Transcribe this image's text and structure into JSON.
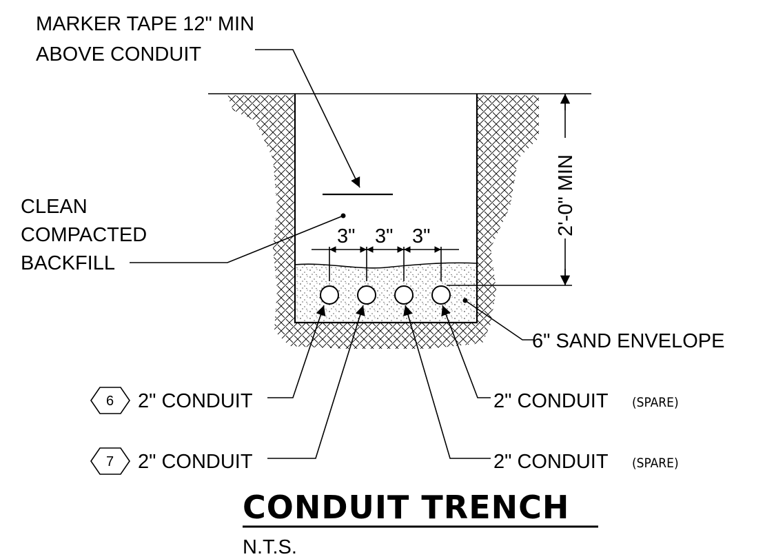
{
  "labels": {
    "marker_tape_line1": "MARKER TAPE 12\" MIN",
    "marker_tape_line2": "ABOVE CONDUIT",
    "backfill_line1": "CLEAN",
    "backfill_line2": "COMPACTED",
    "backfill_line3": "BACKFILL",
    "spacing_1": "3\"",
    "spacing_2": "3\"",
    "spacing_3": "3\"",
    "depth": "2'-0\" MIN",
    "sand_envelope": "6\" SAND ENVELOPE",
    "conduit_6": "2\" CONDUIT",
    "conduit_7": "2\" CONDUIT",
    "conduit_spare_upper": "2\" CONDUIT",
    "conduit_spare_lower": "2\" CONDUIT",
    "spare_suffix_upper": "(SPARE)",
    "spare_suffix_lower": "(SPARE)"
  },
  "tags": {
    "tag_6": "6",
    "tag_7": "7"
  },
  "title": "CONDUIT TRENCH",
  "scale_note": "N.T.S."
}
